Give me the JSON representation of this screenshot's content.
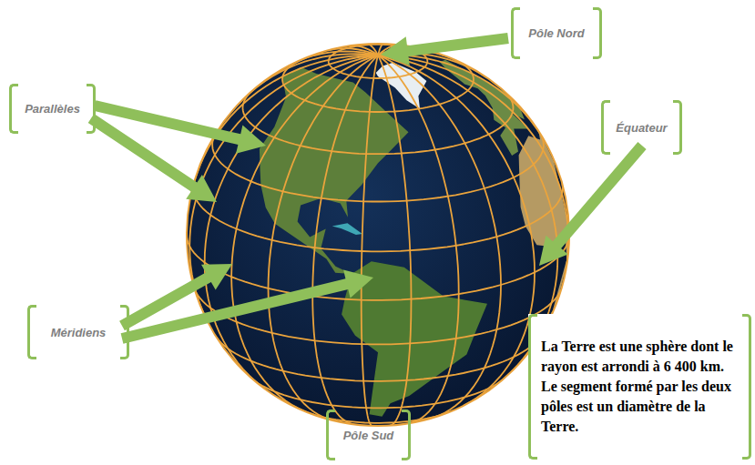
{
  "diagram": {
    "nodes": [
      {
        "text": [
          "Pôle Nord"
        ]
      },
      {
        "text": [
          "Parallèles"
        ]
      },
      {
        "text": [
          "Équateur"
        ]
      },
      {
        "text": [
          "Méridiens"
        ]
      },
      {
        "text": [
          "La Terre est une sphère dont le rayon est arrondi à 6 400 km. Le segment formé par les deux pôles est un diamètre de la Terre."
        ]
      },
      {
        "text": [
          "Pôle Sud"
        ]
      }
    ]
  }
}
